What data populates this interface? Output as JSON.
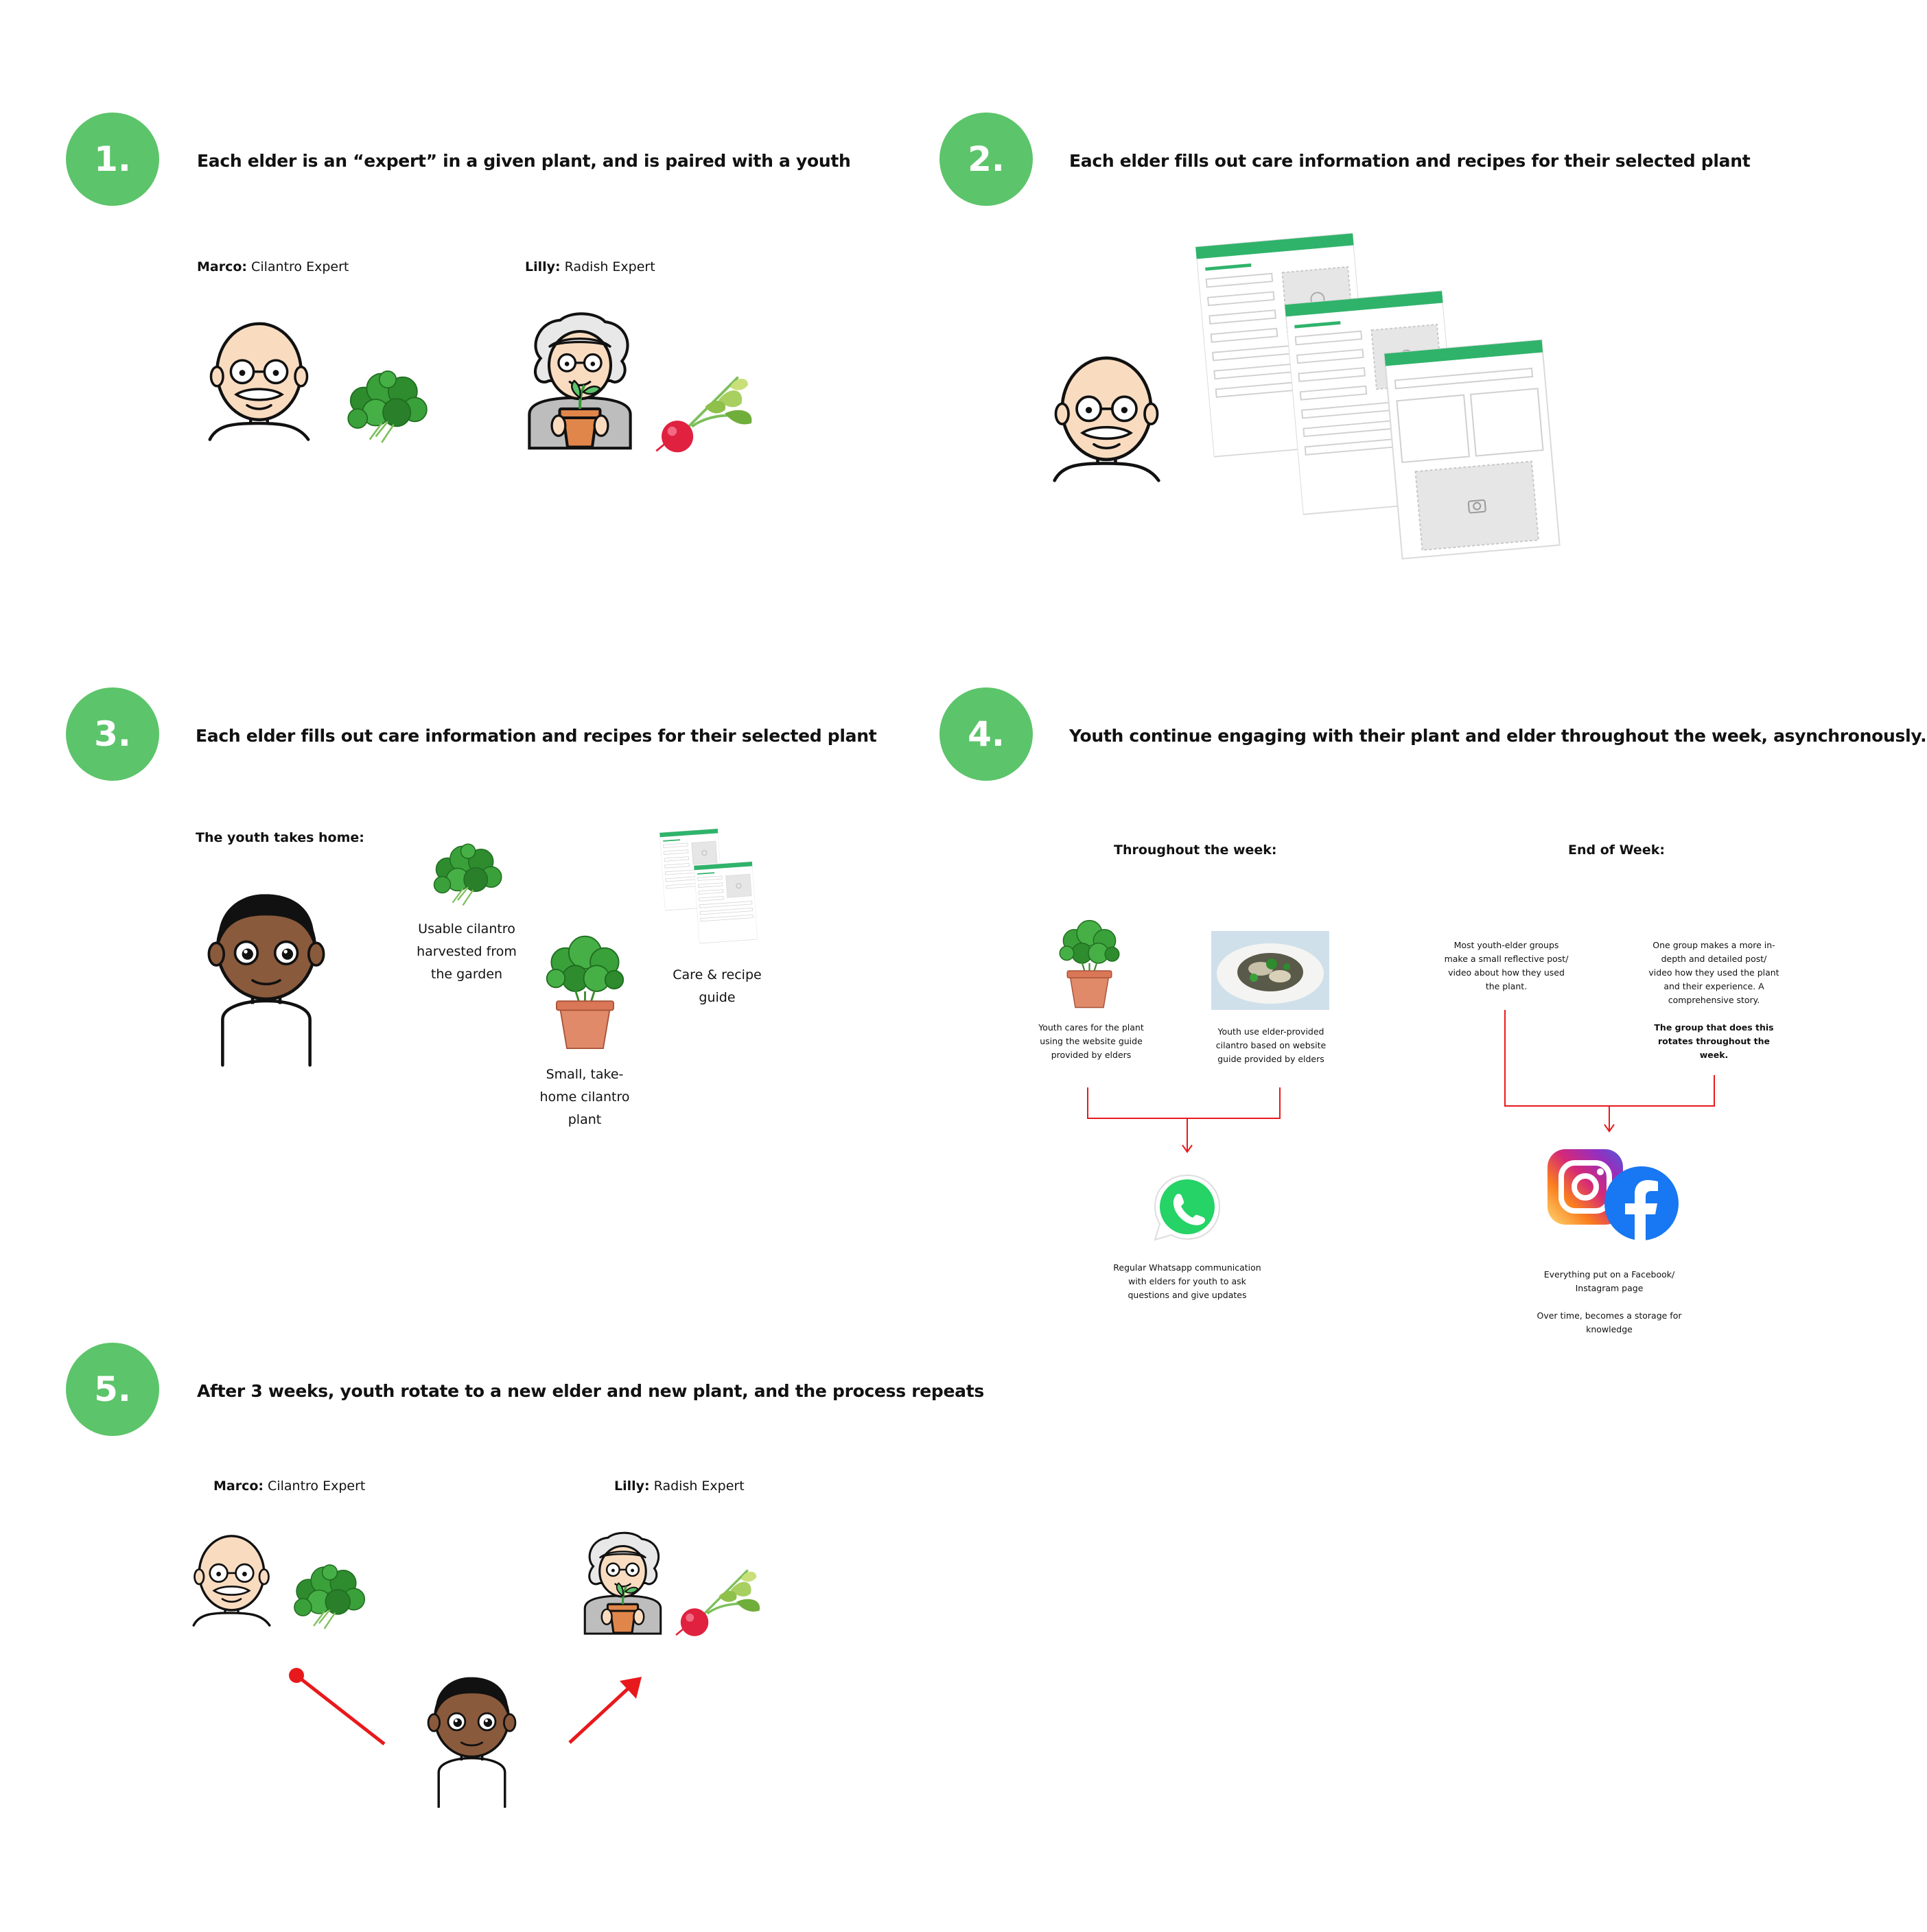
{
  "colors": {
    "accent_green": "#5cc46a",
    "arrow_red": "#e8191c",
    "doc_green": "#2fb36b",
    "skin_light": "#f9dcc0",
    "skin_dark": "#8a5a3c"
  },
  "icons": [
    "elder-man-icon",
    "elder-woman-icon",
    "youth-icon",
    "cilantro-icon",
    "radish-icon",
    "potted-plant-icon",
    "document-icon",
    "camera-icon",
    "whatsapp-icon",
    "instagram-icon",
    "facebook-icon",
    "food-photo"
  ],
  "step1": {
    "number": "1.",
    "heading": "Each elder is an “expert” in a given plant, and is paired with a youth",
    "marco_name": "Marco:",
    "marco_role": " Cilantro Expert",
    "lilly_name": "Lilly:",
    "lilly_role": " Radish Expert"
  },
  "step2": {
    "number": "2.",
    "heading": "Each elder fills out care information and recipes for their selected plant"
  },
  "step3": {
    "number": "3.",
    "heading": "Each elder fills out care information and recipes for their selected plant",
    "takes_home": "The youth takes home:",
    "cilantro_caption": [
      "Usable cilantro",
      "harvested from",
      "the garden"
    ],
    "plant_caption": [
      "Small, take-",
      "home cilantro",
      "plant"
    ],
    "guide_caption": [
      "Care & recipe",
      "guide"
    ]
  },
  "step4": {
    "number": "4.",
    "heading": "Youth continue engaging with their plant and elder throughout the week, asynchronously.",
    "throughout_title": "Throughout the week:",
    "end_title": "End of Week:",
    "care_caption": [
      "Youth cares for the plant",
      "using the website guide",
      "provided by elders"
    ],
    "food_caption": [
      "Youth use elder-provided",
      "cilantro based on website",
      "guide provided by elders"
    ],
    "whatsapp_caption": [
      "Regular Whatsapp communication",
      "with elders for youth to ask",
      "questions and give updates"
    ],
    "groups_caption": [
      "Most youth-elder groups",
      "make a small reflective post/",
      "video about how they used",
      "the plant."
    ],
    "one_group_caption": [
      "One group makes a more in-",
      "depth and detailed post/",
      "video how they used the plant",
      "and their experience. A",
      "comprehensive story."
    ],
    "rotates_caption": [
      "The group that does this",
      "rotates throughout the",
      "week."
    ],
    "social_caption": [
      "Everything put on a Facebook/",
      "Instagram page"
    ],
    "storage_caption": [
      "Over time, becomes a storage for",
      "knowledge"
    ]
  },
  "step5": {
    "number": "5.",
    "heading": "After 3 weeks, youth rotate to a new elder and new plant, and the process repeats",
    "marco_name": "Marco:",
    "marco_role": " Cilantro Expert",
    "lilly_name": "Lilly:",
    "lilly_role": " Radish Expert"
  }
}
